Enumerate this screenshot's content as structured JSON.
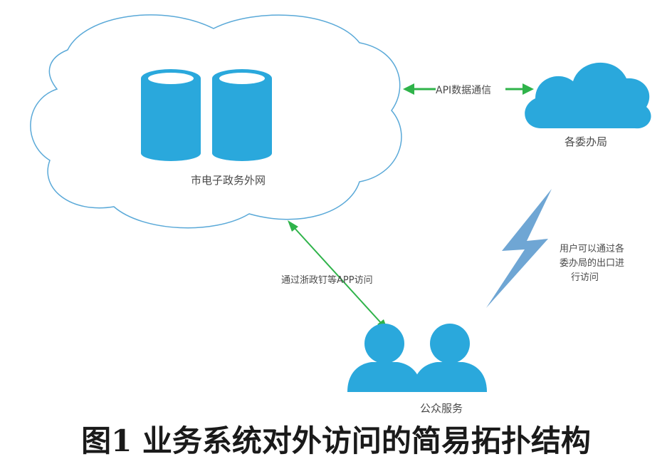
{
  "diagram": {
    "nodes": {
      "gov_network": {
        "label": "市电子政务外网",
        "icon": "database-icon"
      },
      "departments": {
        "label": "各委办局",
        "icon": "cloud-icon"
      },
      "public_service": {
        "label": "公众服务",
        "icon": "users-icon"
      }
    },
    "edges": {
      "api": {
        "label": "API数据通信"
      },
      "app": {
        "label": "通过浙政钉等APP访问"
      },
      "exit_line1": "用户可以通过各",
      "exit_line2": "委办局的出口进",
      "exit_line3": "行访问"
    },
    "colors": {
      "accent": "#2aa8dc",
      "cloud_outline": "#5aa9d8",
      "arrow": "#2fb34a",
      "lightning": "#6fa6d4"
    }
  },
  "caption": "图1  业务系统对外访问的简易拓扑结构"
}
